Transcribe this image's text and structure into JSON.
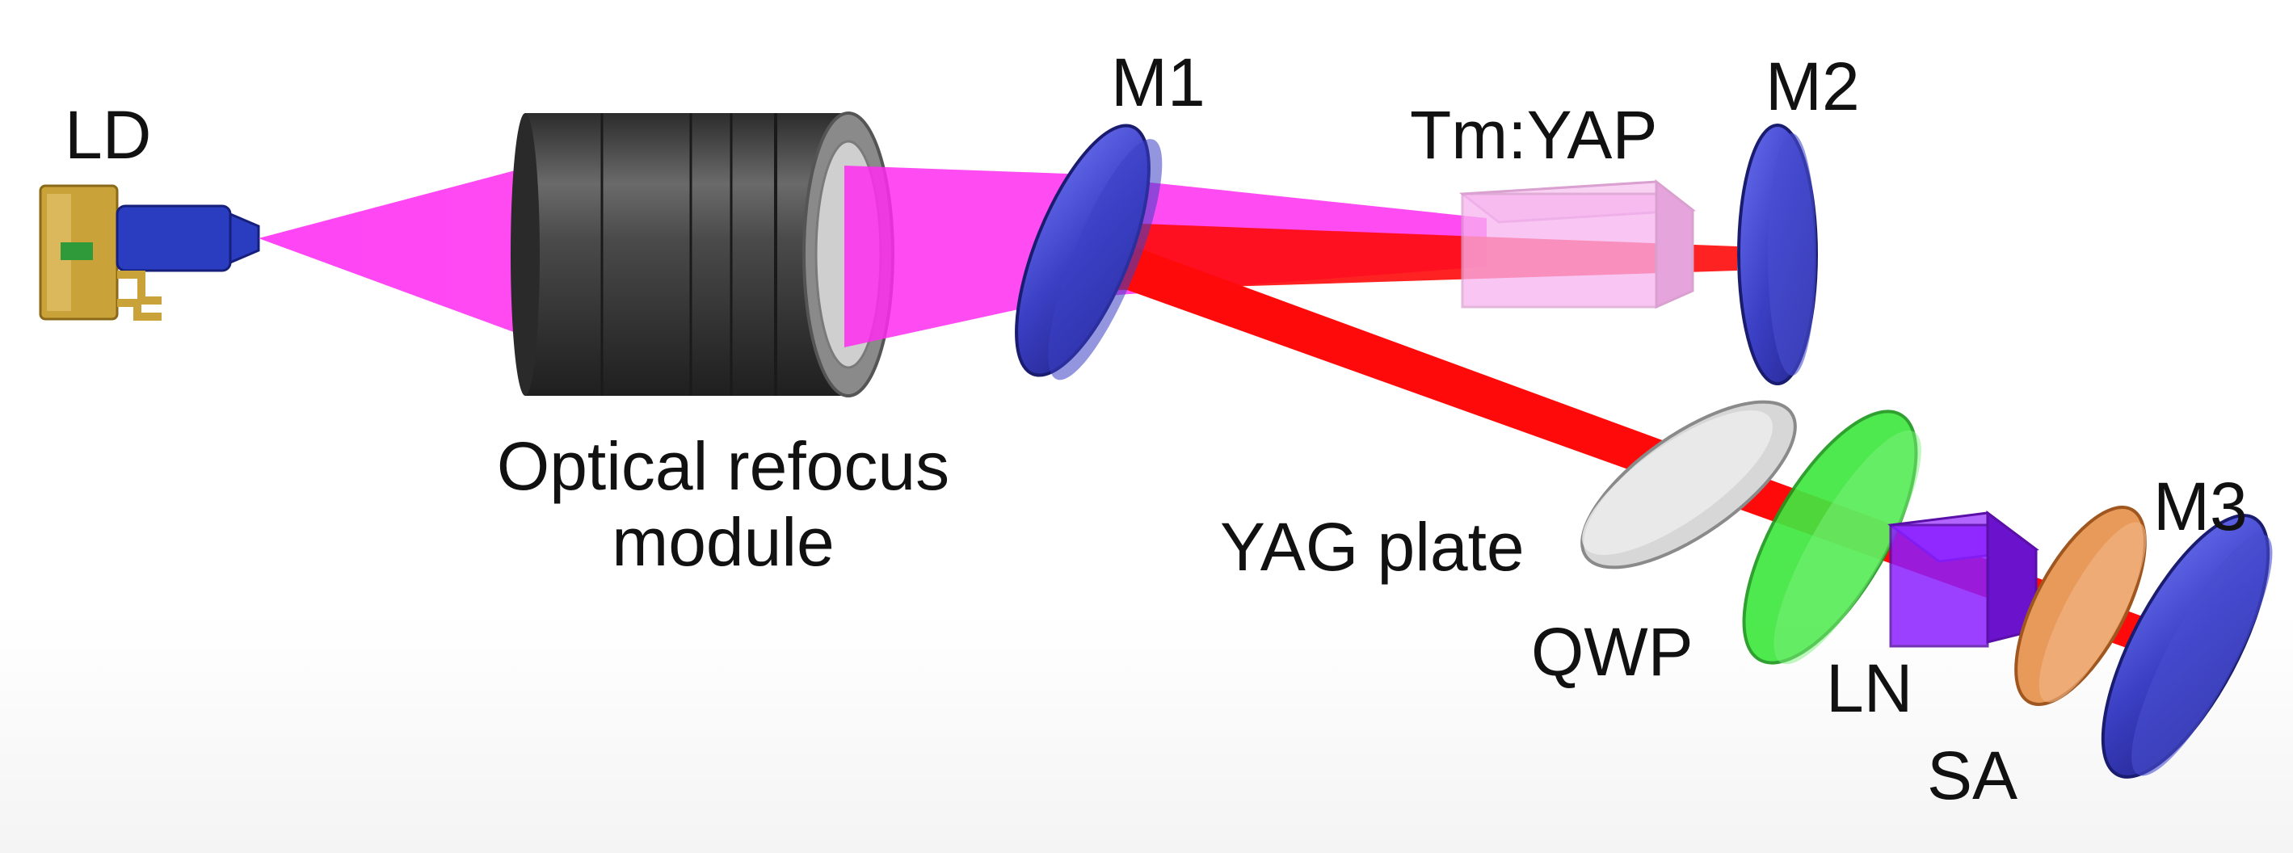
{
  "labels": {
    "ld": "LD",
    "optical_line1": "Optical refocus",
    "optical_line2": "module",
    "m1": "M1",
    "tm_yap": "Tm:YAP",
    "m2": "M2",
    "yag_plate": "YAG plate",
    "qwp": "QWP",
    "ln": "LN",
    "sa": "SA",
    "m3": "M3"
  },
  "colors": {
    "pump_beam": "#ff2bf0",
    "laser_beam": "#ff0a0a",
    "mirror_blue": "#3b3fc4",
    "qwp_green": "#3fe83f",
    "ln_purple": "#8a1fff",
    "sa_orange": "#e89a5a",
    "yag_gray": "#c9c9c9",
    "module_dark": "#3e3e3e",
    "crystal_pink": "#f7b4f0",
    "ld_gold": "#c9a23a"
  }
}
